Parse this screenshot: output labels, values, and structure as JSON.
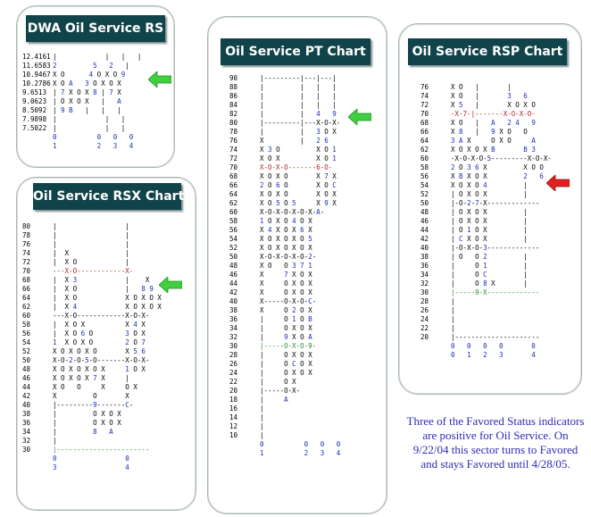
{
  "charts": [
    {
      "id": "dwa",
      "title": "DWA Oil Service RS",
      "rows": [
        {
          "label": "12.4161",
          "cells": "|            |   |   |",
          "kind": ""
        },
        {
          "label": "11.6583",
          "cells": "2         5   2   |",
          "kind": ""
        },
        {
          "label": "10.9467",
          "cells": "X O      4 O X O 9",
          "kind": ""
        },
        {
          "label": "10.2786",
          "cells": "X O A   3 O X O X",
          "kind": ""
        },
        {
          "label": "9.6513",
          "cells": "| 7 X O X 8 | 7 X",
          "kind": ""
        },
        {
          "label": "9.0623",
          "cells": "| O X O X   |   A",
          "kind": ""
        },
        {
          "label": "8.5092",
          "cells": "| 9 B   |   |   |",
          "kind": ""
        },
        {
          "label": "7.9898",
          "cells": "|            |   |",
          "kind": ""
        },
        {
          "label": "7.5022",
          "cells": "|            |   |",
          "kind": ""
        }
      ],
      "footer": [
        "0          0   0   0",
        "1          2   3   4"
      ]
    },
    {
      "id": "rsx",
      "title": "Oil Service RSX Chart",
      "rows": [
        {
          "label": "80",
          "cells": "|                 |",
          "kind": ""
        },
        {
          "label": "78",
          "cells": "|                 |",
          "kind": ""
        },
        {
          "label": "76",
          "cells": "|                 |",
          "kind": ""
        },
        {
          "label": "74",
          "cells": "|  X              |",
          "kind": ""
        },
        {
          "label": "72",
          "cells": "|  X O            |",
          "kind": ""
        },
        {
          "label": "70",
          "cells": "---X-O------------X-",
          "kind": "res"
        },
        {
          "label": "68",
          "cells": "|  X 3            |    X",
          "kind": ""
        },
        {
          "label": "66",
          "cells": "|  X O            |   8 9",
          "kind": ""
        },
        {
          "label": "64",
          "cells": "|  X O            X O X O X",
          "kind": ""
        },
        {
          "label": "62",
          "cells": "|  X 4            X O X O X",
          "kind": ""
        },
        {
          "label": "60",
          "cells": "---X-O------------X-O-X-",
          "kind": ""
        },
        {
          "label": "58",
          "cells": "|  X O X          X 4 X",
          "kind": ""
        },
        {
          "label": "56",
          "cells": "|  X O 6 O        3 O X",
          "kind": ""
        },
        {
          "label": "54",
          "cells": "1  X O X O        2 O 7",
          "kind": ""
        },
        {
          "label": "52",
          "cells": "X O X O X O       X 5 6",
          "kind": ""
        },
        {
          "label": "50",
          "cells": "X-O-2-O-5-O-------X-O-X-",
          "kind": ""
        },
        {
          "label": "48",
          "cells": "X O X O X O X     1 O X",
          "kind": ""
        },
        {
          "label": "46",
          "cells": "X O X O X 7 X     |",
          "kind": ""
        },
        {
          "label": "44",
          "cells": "X O   O     X     O X",
          "kind": ""
        },
        {
          "label": "42",
          "cells": "X         O       X",
          "kind": ""
        },
        {
          "label": "40",
          "cells": "|---------9-------C-",
          "kind": ""
        },
        {
          "label": "38",
          "cells": "|         O X O X",
          "kind": ""
        },
        {
          "label": "36",
          "cells": "|         O X O X",
          "kind": ""
        },
        {
          "label": "34",
          "cells": "|         8   A",
          "kind": ""
        },
        {
          "label": "32",
          "cells": "|",
          "kind": ""
        },
        {
          "label": "30",
          "cells": "|-----------------------",
          "kind": "sup"
        }
      ],
      "footer": [
        "0                 0",
        "3                 4"
      ]
    },
    {
      "id": "pt",
      "title": "Oil Service PT Chart",
      "rows": [
        {
          "label": "90",
          "cells": "|---------|---|---|",
          "kind": ""
        },
        {
          "label": "88",
          "cells": "|         |   |   |",
          "kind": ""
        },
        {
          "label": "86",
          "cells": "|         |   |   |",
          "kind": ""
        },
        {
          "label": "84",
          "cells": "|         |   |   |",
          "kind": ""
        },
        {
          "label": "82",
          "cells": "|         |   4   9",
          "kind": ""
        },
        {
          "label": "80",
          "cells": "|---------|---X-O-X-",
          "kind": ""
        },
        {
          "label": "78",
          "cells": "|         |   3 O X",
          "kind": ""
        },
        {
          "label": "76",
          "cells": "X         |   2 6",
          "kind": ""
        },
        {
          "label": "74",
          "cells": "X 3 O         X O 1",
          "kind": ""
        },
        {
          "label": "72",
          "cells": "X O X         X O 1",
          "kind": ""
        },
        {
          "label": "70",
          "cells": "X-O-X-O-------6-O-",
          "kind": "res"
        },
        {
          "label": "68",
          "cells": "X O X O       X 7 X",
          "kind": ""
        },
        {
          "label": "66",
          "cells": "2 O 6 O       X O C",
          "kind": ""
        },
        {
          "label": "64",
          "cells": "X O X O       X O X",
          "kind": ""
        },
        {
          "label": "62",
          "cells": "X O 5 O 5     X 9 X",
          "kind": ""
        },
        {
          "label": "60",
          "cells": "X-O-X-O-X-O-X-A-",
          "kind": ""
        },
        {
          "label": "58",
          "cells": "1 O X O 4 O X",
          "kind": ""
        },
        {
          "label": "56",
          "cells": "X 4 X O X 6 X",
          "kind": ""
        },
        {
          "label": "54",
          "cells": "X O X O X O 5",
          "kind": ""
        },
        {
          "label": "52",
          "cells": "X O X O X O X",
          "kind": ""
        },
        {
          "label": "50",
          "cells": "X-O-X-O-X-O-2-",
          "kind": ""
        },
        {
          "label": "48",
          "cells": "X O   O 3 7 1",
          "kind": ""
        },
        {
          "label": "46",
          "cells": "X     7 X O X",
          "kind": ""
        },
        {
          "label": "44",
          "cells": "X     O X O X",
          "kind": ""
        },
        {
          "label": "42",
          "cells": "X     O X O X",
          "kind": ""
        },
        {
          "label": "40",
          "cells": "X-----O-X-O-C-",
          "kind": ""
        },
        {
          "label": "38",
          "cells": "X     O 2 O X",
          "kind": ""
        },
        {
          "label": "36",
          "cells": "|     O 1 O B",
          "kind": ""
        },
        {
          "label": "34",
          "cells": "|     O X O X",
          "kind": ""
        },
        {
          "label": "32",
          "cells": "|     9 X O A",
          "kind": ""
        },
        {
          "label": "30",
          "cells": "|-----O-X-O-9-",
          "kind": "sup"
        },
        {
          "label": "28",
          "cells": "|     O X O X",
          "kind": ""
        },
        {
          "label": "26",
          "cells": "|     O C O X",
          "kind": ""
        },
        {
          "label": "24",
          "cells": "|     O X O X",
          "kind": ""
        },
        {
          "label": "22",
          "cells": "|     O X",
          "kind": ""
        },
        {
          "label": "20",
          "cells": "|-----O-X-",
          "kind": ""
        },
        {
          "label": "18",
          "cells": "|     A",
          "kind": ""
        },
        {
          "label": "16",
          "cells": "|",
          "kind": ""
        },
        {
          "label": "14",
          "cells": "|",
          "kind": ""
        },
        {
          "label": "12",
          "cells": "|",
          "kind": ""
        },
        {
          "label": "10",
          "cells": "|",
          "kind": ""
        }
      ],
      "footer": [
        "0          0   0   0",
        "1          2   3   4"
      ]
    },
    {
      "id": "rsp",
      "title": "Oil Service RSP Chart",
      "rows": [
        {
          "label": "76",
          "cells": "X O   |       |",
          "kind": ""
        },
        {
          "label": "74",
          "cells": "X O   |       3   6",
          "kind": ""
        },
        {
          "label": "72",
          "cells": "X 5   |       X O X O",
          "kind": ""
        },
        {
          "label": "70",
          "cells": "-X-7-|-------X-O-X-O-",
          "kind": "res"
        },
        {
          "label": "68",
          "cells": "X O   |   A   2 4   9",
          "kind": ""
        },
        {
          "label": "66",
          "cells": "X 8   |   9 X O   O",
          "kind": ""
        },
        {
          "label": "64",
          "cells": "3 A X     O X O     A",
          "kind": ""
        },
        {
          "label": "62",
          "cells": "X O X O X B       B 3",
          "kind": ""
        },
        {
          "label": "60",
          "cells": "-X-O-X-O-5---------X-O-X-",
          "kind": ""
        },
        {
          "label": "58",
          "cells": "2 O 3 6 X         X O O",
          "kind": ""
        },
        {
          "label": "56",
          "cells": "X B X O X         2   6",
          "kind": ""
        },
        {
          "label": "54",
          "cells": "X O X O 4         |",
          "kind": ""
        },
        {
          "label": "52",
          "cells": "| O X O X         |",
          "kind": ""
        },
        {
          "label": "50",
          "cells": "|-O-2-7-X-------------",
          "kind": ""
        },
        {
          "label": "48",
          "cells": "| O X O X         |",
          "kind": ""
        },
        {
          "label": "46",
          "cells": "| O X O X         |",
          "kind": ""
        },
        {
          "label": "44",
          "cells": "| O 1 O X         |",
          "kind": ""
        },
        {
          "label": "42",
          "cells": "| C X O X         |",
          "kind": ""
        },
        {
          "label": "40",
          "cells": "|-O-X-O-3-------------",
          "kind": ""
        },
        {
          "label": "38",
          "cells": "| O   O 2         |",
          "kind": ""
        },
        {
          "label": "36",
          "cells": "|     O 1         |",
          "kind": ""
        },
        {
          "label": "34",
          "cells": "|     O C         |",
          "kind": ""
        },
        {
          "label": "32",
          "cells": "|     O 8 X       |",
          "kind": ""
        },
        {
          "label": "30",
          "cells": "|-----9-X-------------",
          "kind": "sup"
        },
        {
          "label": "28",
          "cells": "|",
          "kind": ""
        },
        {
          "label": "26",
          "cells": "|",
          "kind": ""
        },
        {
          "label": "24",
          "cells": "|",
          "kind": ""
        },
        {
          "label": "22",
          "cells": "|",
          "kind": ""
        },
        {
          "label": "20",
          "cells": "|---------------------",
          "kind": ""
        }
      ],
      "footer": [
        "0   0   0   0       0",
        "0   1   2   3       4"
      ]
    }
  ],
  "note": "Three of the Favored Status indicators are positive for Oil Service.  On 9/22/04 this sector turns to Favored and stays Favored until 4/28/05.",
  "colors": {
    "title_bg": "#11434a",
    "title_text": "#ffffff",
    "resistance": "#b22222",
    "support": "#2e8b2e",
    "note": "#2e2ab8",
    "green_arrow": "#3fcf3f",
    "red_arrow": "#e02020"
  }
}
